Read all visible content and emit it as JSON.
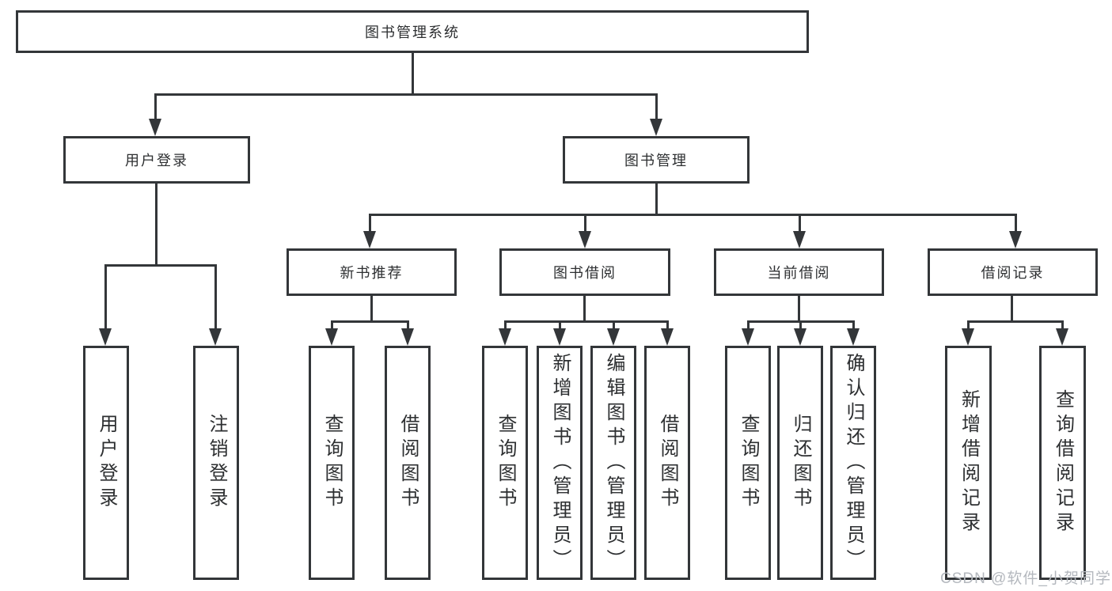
{
  "tree": {
    "label": "图书管理系统",
    "children": [
      {
        "label": "用户登录",
        "children": [
          {
            "label": "用户登录"
          },
          {
            "label": "注销登录"
          }
        ]
      },
      {
        "label": "图书管理",
        "children": [
          {
            "label": "新书推荐",
            "children": [
              {
                "label": "查询图书"
              },
              {
                "label": "借阅图书"
              }
            ]
          },
          {
            "label": "图书借阅",
            "children": [
              {
                "label": "查询图书"
              },
              {
                "label": "新增图书（管理员）"
              },
              {
                "label": "编辑图书（管理员）"
              },
              {
                "label": "借阅图书"
              }
            ]
          },
          {
            "label": "当前借阅",
            "children": [
              {
                "label": "查询图书"
              },
              {
                "label": "归还图书"
              },
              {
                "label": "确认归还（管理员）"
              }
            ]
          },
          {
            "label": "借阅记录",
            "children": [
              {
                "label": "新增借阅记录"
              },
              {
                "label": "查询借阅记录"
              }
            ]
          }
        ]
      }
    ]
  },
  "watermark": {
    "text": "CSDN @软件_小贺同学"
  },
  "colors": {
    "line": "#333639",
    "box_border": "#333639",
    "watermark": "#b4b8be",
    "background": "#ffffff"
  }
}
